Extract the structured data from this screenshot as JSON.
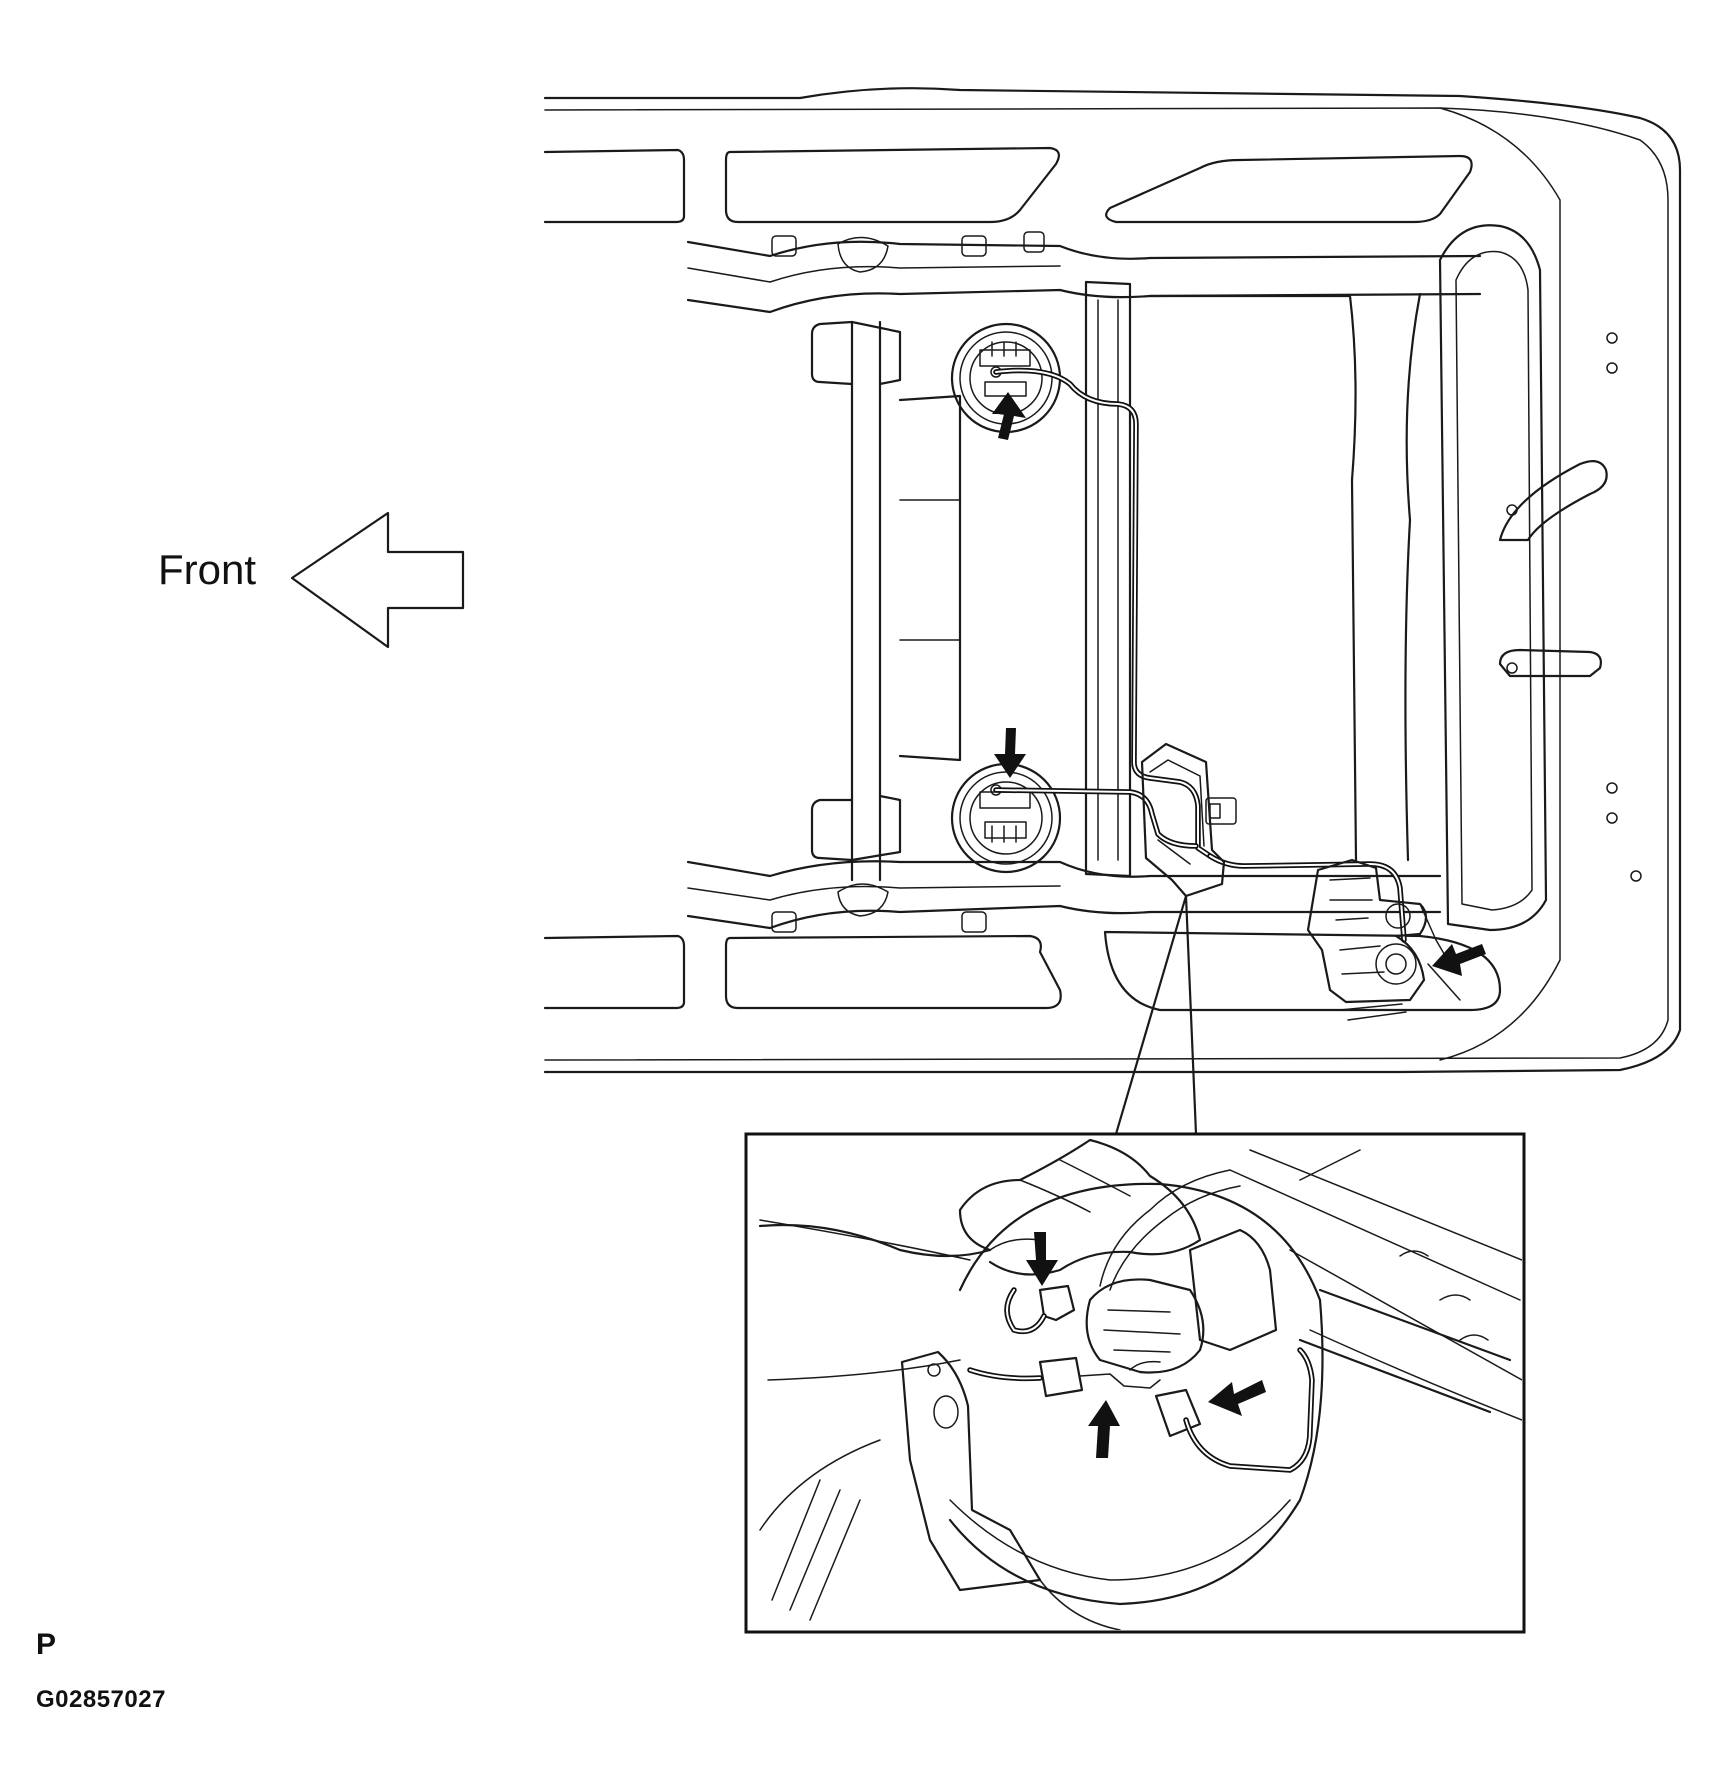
{
  "diagram": {
    "direction_label": "Front",
    "view_code": "P",
    "figure_code": "G02857027",
    "direction_arrow_icon": "arrow-left-outline-icon",
    "callout_arrow_icon": "arrow-solid-icon"
  }
}
